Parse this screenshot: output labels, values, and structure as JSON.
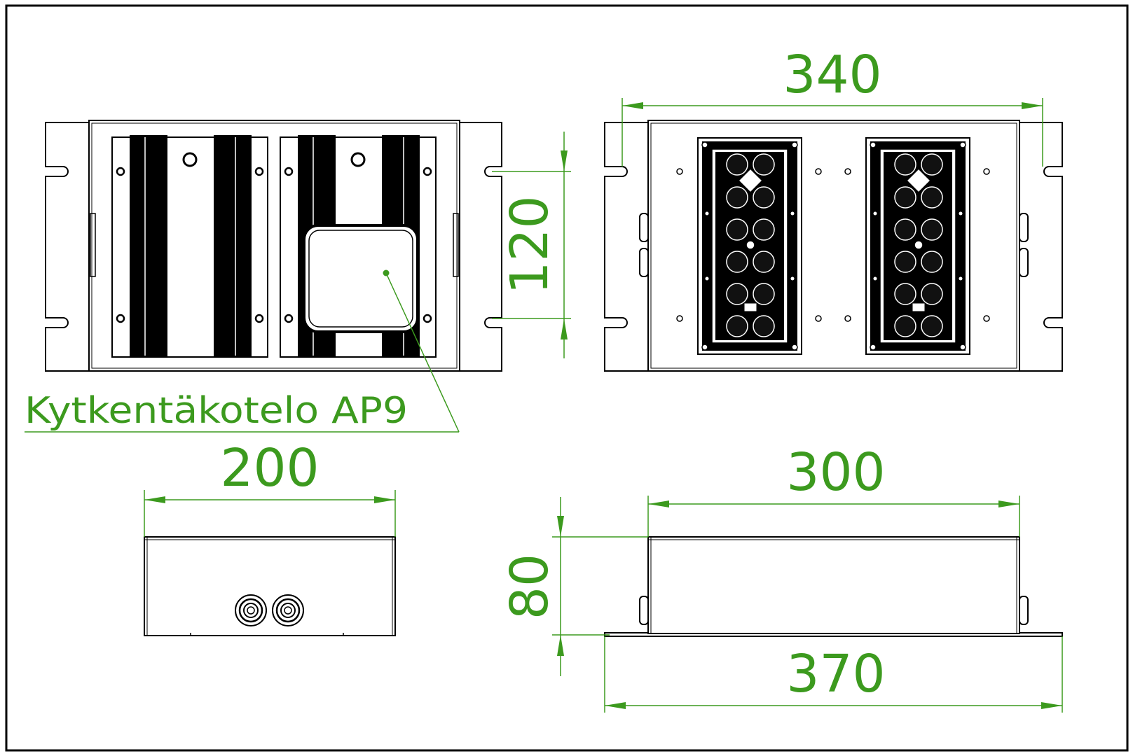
{
  "colors": {
    "frame": "#000000",
    "part": "#000000",
    "part_fill": "#ffffff",
    "dimension": "#3c9a1e",
    "background": "#ffffff"
  },
  "dimensions": {
    "top_width": "340",
    "mount_pitch": "120",
    "end_width": "200",
    "side_width": "300",
    "height": "80",
    "overall_length": "370"
  },
  "callout": {
    "label": "Kytkentäkotelo AP9"
  }
}
